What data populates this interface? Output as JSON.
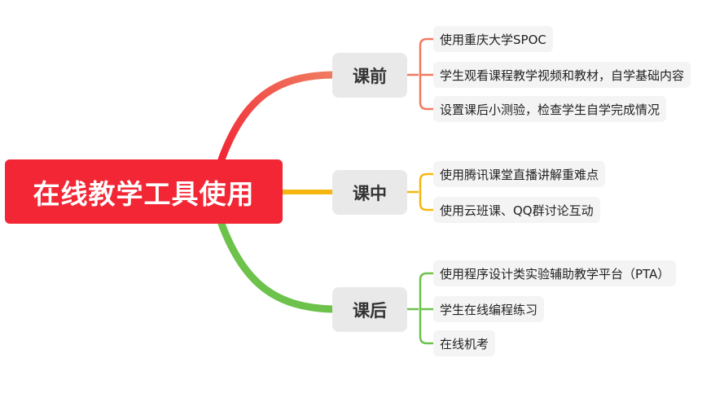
{
  "root": {
    "label": "在线教学工具使用",
    "color": "#f22634"
  },
  "branches": [
    {
      "label": "课前",
      "color": "#f07a60",
      "leaves": [
        "使用重庆大学SPOC",
        "学生观看课程教学视频和教材，自学基础内容",
        "设置课后小测验，检查学生自学完成情况"
      ]
    },
    {
      "label": "课中",
      "color": "#f5b70f",
      "leaves": [
        "使用腾讯课堂直播讲解重难点",
        "使用云班课、QQ群讨论互动"
      ]
    },
    {
      "label": "课后",
      "color": "#6cc24a",
      "leaves": [
        "使用程序设计类实验辅助教学平台（PTA）",
        "学生在线编程练习",
        "在线机考"
      ]
    }
  ]
}
